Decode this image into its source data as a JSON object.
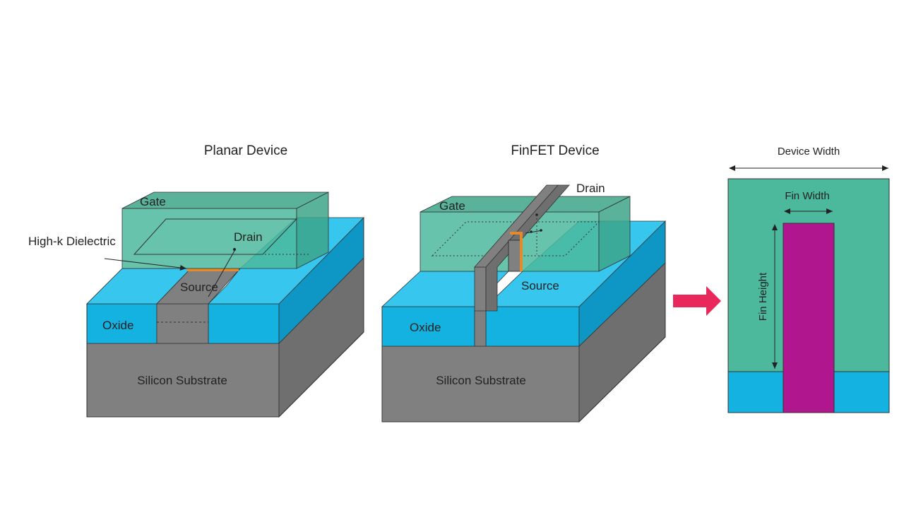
{
  "colors": {
    "gate": "#4cb99c",
    "gate_dark": "#3da488",
    "oxide": "#14b2e0",
    "oxide_dark": "#0e96c4",
    "oxide_light": "#36c6ee",
    "substrate": "#808080",
    "substrate_dark": "#6f6f6f",
    "fin": "#b0168e",
    "dielectric": "#e58a2a",
    "arrow": "#e8285a"
  },
  "planar": {
    "title": "Planar Device",
    "gate_label": "Gate",
    "drain_label": "Drain",
    "source_label": "Source",
    "oxide_label": "Oxide",
    "substrate_label": "Silicon Substrate",
    "dielectric_label": "High-k Dielectric"
  },
  "finfet": {
    "title": "FinFET Device",
    "gate_label": "Gate",
    "drain_label": "Drain",
    "source_label": "Source",
    "oxide_label": "Oxide",
    "substrate_label": "Silicon Substrate"
  },
  "cross_section": {
    "device_width_label": "Device Width",
    "fin_width_label": "Fin Width",
    "fin_height_label": "Fin Height"
  }
}
